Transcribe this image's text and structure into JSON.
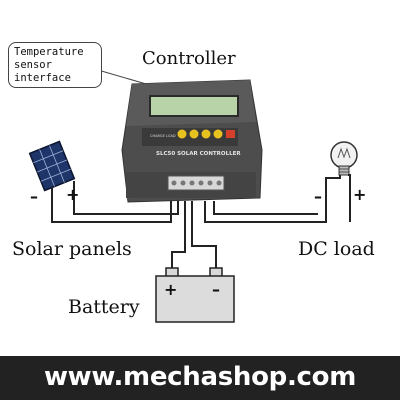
{
  "labels": {
    "controller": "Controller",
    "callout": [
      "Temperature",
      "sensor",
      "interface"
    ],
    "solar_panels": "Solar panels",
    "dc_load": "DC load",
    "battery": "Battery",
    "device_model": "SLC50 SOLAR CONTROLLER",
    "device_mode": "CHARGE LOAD"
  },
  "polarity": {
    "solar_minus": "–",
    "solar_plus": "+",
    "load_minus": "–",
    "load_plus": "+",
    "battery_plus": "+",
    "battery_minus": "–"
  },
  "footer": {
    "website": "www.mechashop.com"
  },
  "colors": {
    "wire": "#222222",
    "device_body": "#4a4a4a",
    "lcd": "#b9d3a9",
    "button_yellow": "#e8c320",
    "button_red": "#d4402a",
    "footer_bg": "#222222",
    "footer_text": "#ffffff"
  }
}
